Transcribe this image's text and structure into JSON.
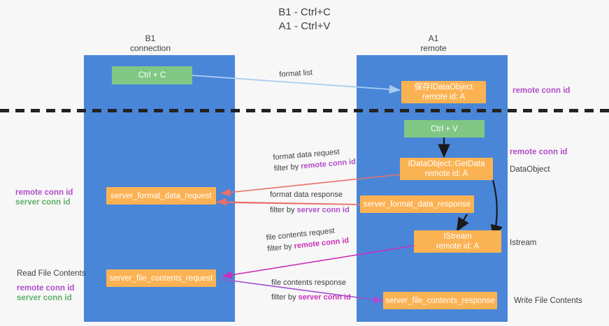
{
  "diagram": {
    "title": "B1 - Ctrl+C\nA1 - Ctrl+V",
    "colors": {
      "lane": "#4a86d8",
      "box_green": "#81c784",
      "box_orange": "#fbb253",
      "accent_purple": "#b04ec8",
      "accent_green": "#5fb06a",
      "accent_magenta": "#c930b8",
      "arrow_blue": "#a9cdf0",
      "arrow_red": "#e8706a",
      "arrow_black": "#1a1a1a",
      "background": "#f7f7f7"
    },
    "columns": [
      {
        "name": "b1",
        "label": "B1\nconnection"
      },
      {
        "name": "a1",
        "label": "A1\nremote"
      }
    ],
    "boxes": [
      {
        "name": "ctrl-c",
        "label": "Ctrl + C",
        "style": "green"
      },
      {
        "name": "save-idataobject",
        "label": "保存IDataObject\nremote id: A",
        "style": "orange"
      },
      {
        "name": "ctrl-v",
        "label": "Ctrl + V",
        "style": "green"
      },
      {
        "name": "idataobject-getdata",
        "label": "IDataObject::GetData\nremote id: A",
        "style": "orange"
      },
      {
        "name": "server-format-data-request",
        "label": "server_format_data_request",
        "style": "orange"
      },
      {
        "name": "server-format-data-response",
        "label": "server_format_data_response",
        "style": "orange"
      },
      {
        "name": "istream",
        "label": "IStream\nremote id: A",
        "style": "orange"
      },
      {
        "name": "server-file-contents-request",
        "label": "server_file_contents_request",
        "style": "orange"
      },
      {
        "name": "server-file-contents-response",
        "label": "server_file_contents_response",
        "style": "orange"
      }
    ],
    "edge_labels": [
      {
        "name": "format-list",
        "line1_plain": "format list",
        "line2_plain": "",
        "line2_hl": ""
      },
      {
        "name": "format-data-request",
        "line1_plain": "format data request",
        "line2_plain": "filter by ",
        "line2_hl": "remote conn id"
      },
      {
        "name": "format-data-response",
        "line1_plain": "format data response",
        "line2_plain": "filter by ",
        "line2_hl": "server conn id"
      },
      {
        "name": "file-contents-request",
        "line1_plain": "file contents request",
        "line2_plain": "filter by ",
        "line2_hl": "remote conn id"
      },
      {
        "name": "file-contents-response",
        "line1_plain": "file contents response",
        "line2_plain": "filter by ",
        "line2_hl": "server conn id"
      }
    ],
    "annotations": {
      "right_conn_id_top": "remote conn id",
      "right_conn_id_mid": "remote conn id",
      "right_dataobject": "DataObject",
      "right_istream": "Istream",
      "right_write_file_contents": "Write File Contents",
      "left_remote_conn_id_mid": "remote conn id",
      "left_server_conn_id_mid": "server conn id",
      "left_read_file_contents": "Read File Contents",
      "left_remote_conn_id_bottom": "remote conn id",
      "left_server_conn_id_bottom": "server conn id"
    }
  }
}
